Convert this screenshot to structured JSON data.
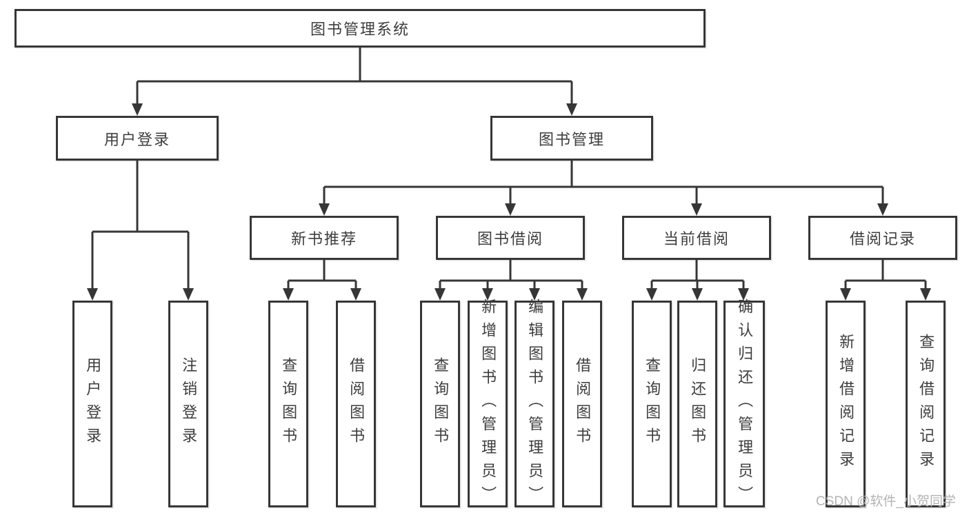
{
  "diagram": {
    "title": "图书管理系统",
    "root": {
      "label": "图书管理系统"
    },
    "branches": [
      {
        "label": "用户登录"
      },
      {
        "label": "图书管理"
      }
    ],
    "groups": [
      {
        "label": "新书推荐"
      },
      {
        "label": "图书借阅"
      },
      {
        "label": "当前借阅"
      },
      {
        "label": "借阅记录"
      }
    ],
    "leaves": [
      {
        "label": "用户登录",
        "parent": "用户登录"
      },
      {
        "label": "注销登录",
        "parent": "用户登录"
      },
      {
        "label": "查询图书",
        "parent": "新书推荐"
      },
      {
        "label": "借阅图书",
        "parent": "新书推荐"
      },
      {
        "label": "查询图书",
        "parent": "图书借阅"
      },
      {
        "label": "新增图书（管理员）",
        "parent": "图书借阅"
      },
      {
        "label": "编辑图书（管理员）",
        "parent": "图书借阅"
      },
      {
        "label": "借阅图书",
        "parent": "图书借阅"
      },
      {
        "label": "查询图书",
        "parent": "当前借阅"
      },
      {
        "label": "归还图书",
        "parent": "当前借阅"
      },
      {
        "label": "确认归还（管理员）",
        "parent": "当前借阅"
      },
      {
        "label": "新增借阅记录",
        "parent": "借阅记录"
      },
      {
        "label": "查询借阅记录",
        "parent": "借阅记录"
      }
    ],
    "colors": {
      "line": "#363636",
      "box_border": "#363636",
      "text": "#3d3d3d",
      "watermark": "#b3b3b3",
      "background": "#ffffff"
    }
  },
  "watermark": {
    "text": "CSDN @软件_小贺同学"
  }
}
